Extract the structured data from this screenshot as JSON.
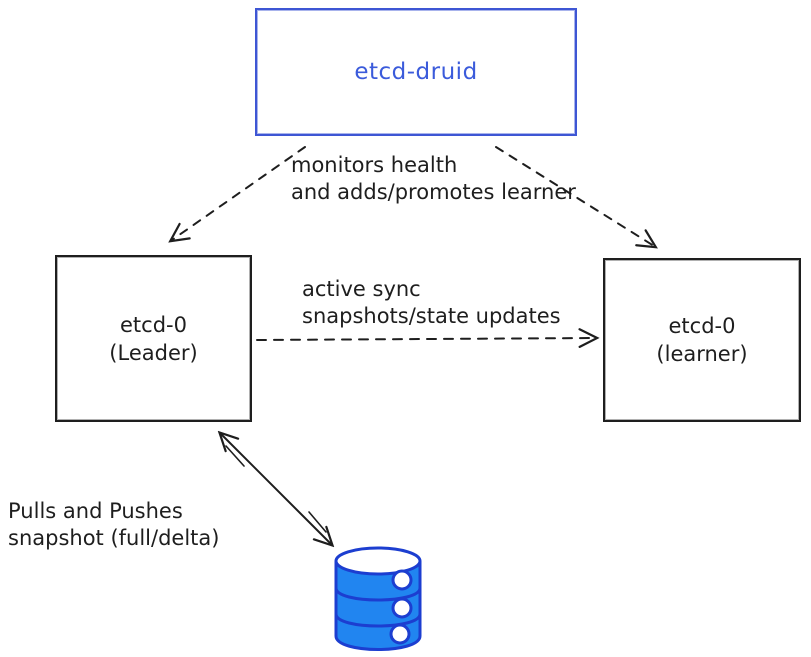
{
  "diagram_type": "architecture-sketch",
  "colors": {
    "background": "#ffffff",
    "accent_blue": "#3b5bdb",
    "stroke_dark": "#1e1e1e",
    "database_fill": "#2185f0",
    "database_stroke": "#1c3ed0"
  },
  "nodes": {
    "druid": {
      "label": "etcd-druid"
    },
    "leader": {
      "name": "etcd-0",
      "role": "(Leader)"
    },
    "learner": {
      "name": "etcd-0",
      "role": "(learner)"
    }
  },
  "labels": {
    "monitor": {
      "line1": "monitors health",
      "line2": "and adds/promotes learner"
    },
    "sync": {
      "line1": "active sync",
      "line2": "snapshots/state updates"
    },
    "snapshot": {
      "line1": "Pulls and Pushes",
      "line2": "snapshot (full/delta)"
    }
  },
  "edges": [
    {
      "name": "monitor-arrow-to-leader",
      "from": "etcd-druid",
      "to": "etcd-0 (Leader)",
      "style": "dashed",
      "direction": "one-way"
    },
    {
      "name": "monitor-arrow-to-learner",
      "from": "etcd-druid",
      "to": "etcd-0 (learner)",
      "style": "dashed",
      "direction": "one-way"
    },
    {
      "name": "active-sync-arrow",
      "from": "etcd-0 (Leader)",
      "to": "etcd-0 (learner)",
      "style": "dashed",
      "direction": "one-way"
    },
    {
      "name": "snapshot-sync-arrow",
      "from": "etcd-0 (Leader)",
      "to": "database",
      "style": "solid",
      "direction": "two-way"
    }
  ],
  "icons": {
    "database": "database-icon"
  }
}
